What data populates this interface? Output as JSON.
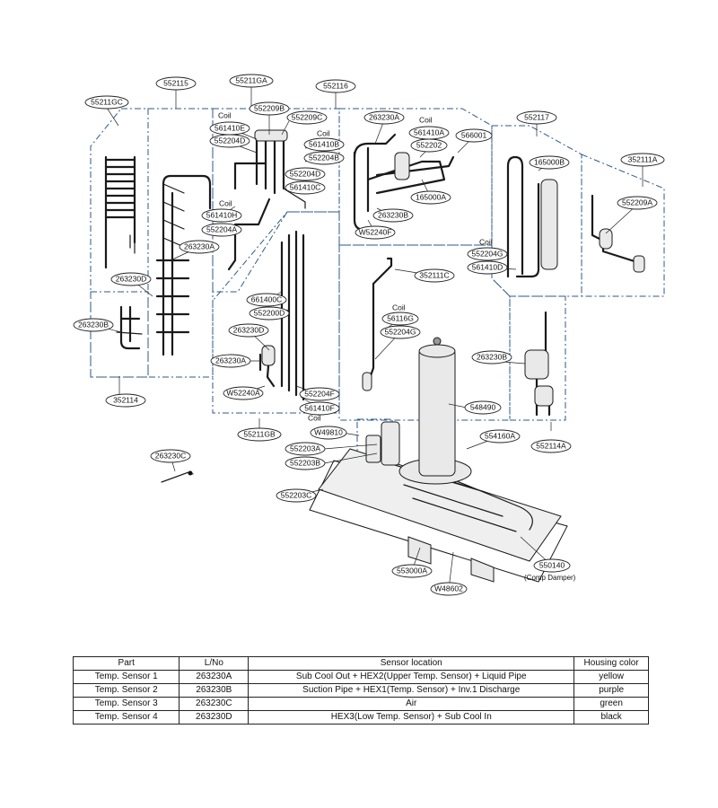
{
  "diagram": {
    "labels": {
      "l_552115": "552115",
      "l_55211GA": "55211GA",
      "l_552116": "552116",
      "l_55211GC": "55211GC",
      "l_552117": "552117",
      "l_352111A": "352111A",
      "l_552209B": "552209B",
      "l_552209C": "552209C",
      "l_561410E": "561410E",
      "l_552204D": "552204D",
      "l_561410B": "561410B",
      "l_552204B": "552204B",
      "l_552204D_2": "552204D",
      "l_561410C": "561410C",
      "l_561410H": "561410H",
      "l_552204A": "552204A",
      "l_263230A_top": "263230A",
      "l_561410A": "561410A",
      "l_566001": "566001",
      "l_552202": "552202",
      "l_165000A": "165000A",
      "l_263230B_top": "263230B",
      "l_W52240F": "W52240F",
      "l_165000B": "165000B",
      "l_552209A": "552209A",
      "l_552204G": "552204G",
      "l_561410D": "561410D",
      "l_263230A_left": "263230A",
      "l_263230D_left": "263230D",
      "l_263230B_left": "263230B",
      "l_352114": "352114",
      "l_661400C": "661400C",
      "l_552200D": "552200D",
      "l_263230D_mid": "263230D",
      "l_263230A_mid": "263230A",
      "l_W52240A": "W52240A",
      "l_552204F": "552204F",
      "l_561410F": "561410F",
      "l_55211GB": "55211GB",
      "l_352111C": "352111C",
      "l_56116G": "56116G",
      "l_552204G_2": "552204G",
      "l_263230B_right": "263230B",
      "l_548490": "548490",
      "l_552114A": "552114A",
      "l_W49810": "W49810",
      "l_554160A": "554160A",
      "l_552203A": "552203A",
      "l_552203B": "552203B",
      "l_263230C": "263230C",
      "l_552203C": "552203C",
      "l_553000A": "553000A",
      "l_550140": "550140",
      "l_W48602": "W48602"
    },
    "coil_text": "Coil",
    "comp_damper": "(Comp Damper)"
  },
  "table": {
    "headers": [
      "Part",
      "L/No",
      "Sensor location",
      "Housing color"
    ],
    "rows": [
      [
        "Temp. Sensor 1",
        "263230A",
        "Sub Cool Out + HEX2(Upper Temp. Sensor) + Liquid Pipe",
        "yellow"
      ],
      [
        "Temp. Sensor 2",
        "263230B",
        "Suction Pipe + HEX1(Temp. Sensor) + Inv.1  Discharge",
        "purple"
      ],
      [
        "Temp. Sensor 3",
        "263230C",
        "Air",
        "green"
      ],
      [
        "Temp. Sensor 4",
        "263230D",
        "HEX3(Low Temp. Sensor) + Sub Cool In",
        "black"
      ]
    ]
  }
}
